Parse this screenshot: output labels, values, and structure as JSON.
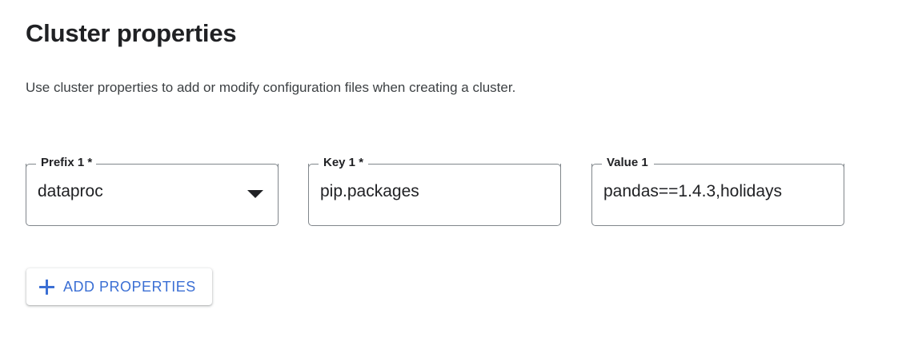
{
  "section": {
    "title": "Cluster properties",
    "description": "Use cluster properties to add or modify configuration files when creating a cluster."
  },
  "fields": [
    {
      "label": "Prefix 1 *",
      "value": "dataproc",
      "type": "select",
      "icon": "chevron-down-icon"
    },
    {
      "label": "Key 1 *",
      "value": "pip.packages",
      "type": "text",
      "placeholder": ""
    },
    {
      "label": "Value 1",
      "value": "pandas==1.4.3,holidays",
      "type": "text",
      "placeholder": ""
    }
  ],
  "add_button": {
    "label": "ADD PROPERTIES",
    "icon": "plus-icon"
  },
  "colors": {
    "accent": "#3b6fd4",
    "text_primary": "#202124",
    "text_secondary": "#3c4043",
    "field_border": "#80868b",
    "background": "#ffffff"
  }
}
